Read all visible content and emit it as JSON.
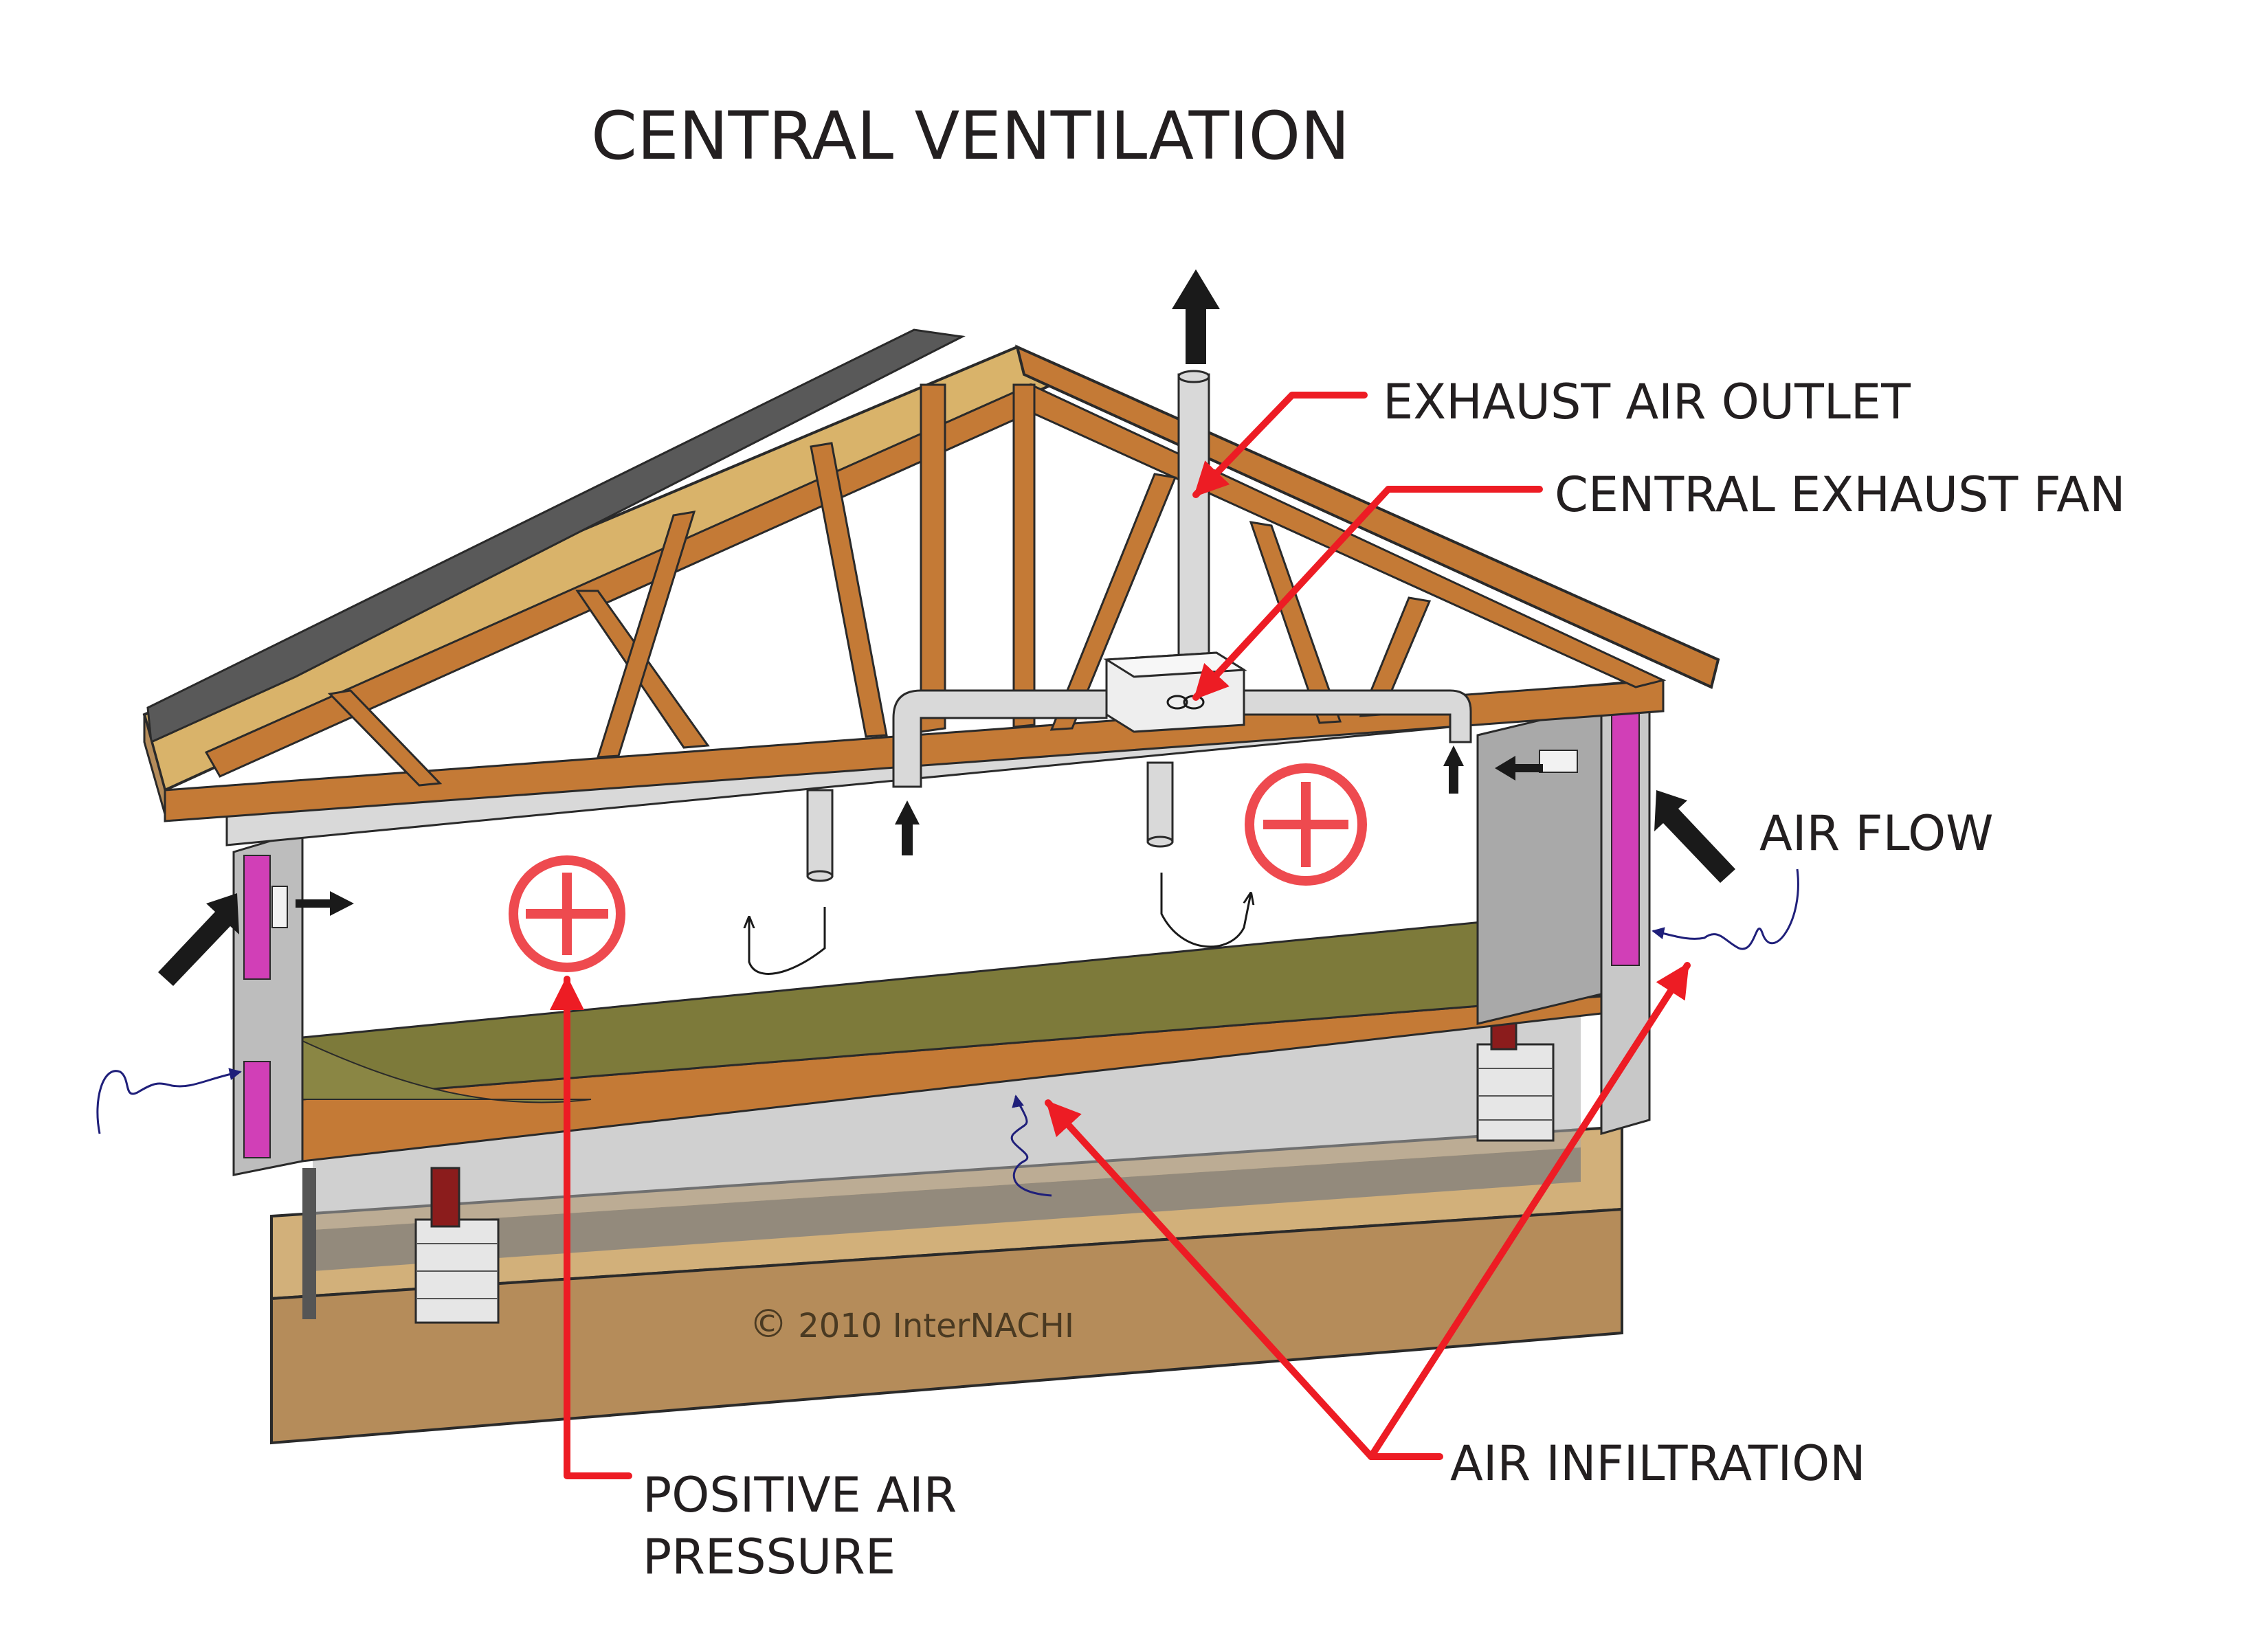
{
  "title": "CENTRAL VENTILATION",
  "labels": {
    "exhaust_air_outlet": "EXHAUST AIR OUTLET",
    "central_exhaust_fan": "CENTRAL EXHAUST FAN",
    "air_flow": "AIR FLOW",
    "air_infiltration": "AIR INFILTRATION",
    "positive_air_pressure_line1": "POSITIVE AIR",
    "positive_air_pressure_line2": "PRESSURE"
  },
  "copyright": {
    "symbol": "©",
    "text": "2010 InterNACHI"
  },
  "colors": {
    "callout_red": "#ed1c24",
    "plus_symbol": "#ee4a4f",
    "timber": "#c47a36",
    "sheathing": "#d9b36a",
    "shingles": "#595959",
    "floor": "#7d7a3a",
    "insulation": "#d13fb7",
    "foundation": "#b58c5a",
    "duct": "#d9d9d9",
    "arrow_dark": "#1a1a1a",
    "draft_blue": "#1f1f7a"
  },
  "icons": [
    "up-arrow-icon",
    "plus-circle-icon",
    "fan-icon",
    "air-flow-arrow-icon",
    "draft-squiggle-icon"
  ]
}
